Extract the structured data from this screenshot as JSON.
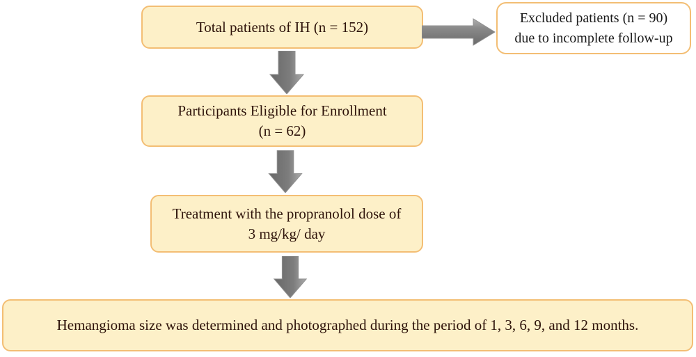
{
  "boxes": {
    "total": {
      "lines": [
        "Total patients of IH (n = 152)"
      ]
    },
    "excluded": {
      "lines": [
        "Excluded patients (n = 90)",
        "due to incomplete follow-up"
      ]
    },
    "eligible": {
      "lines": [
        "Participants Eligible for Enrollment",
        "(n = 62)"
      ]
    },
    "treatment": {
      "lines": [
        "Treatment with the propranolol dose of",
        "3 mg/kg/ day"
      ]
    },
    "outcome": {
      "lines": [
        "Hemangioma size was determined and photographed during the period of 1, 3, 6, 9, and 12 months."
      ]
    }
  },
  "icons": {
    "down_arrow": "block-arrow-down",
    "right_arrow": "block-arrow-right"
  },
  "colors": {
    "background": "#FFFFFF",
    "box_fill": "#FDF0C8",
    "box_border": "#F3BE74",
    "box_text": "#2E130A",
    "excluded_fill": "#FFFFFF",
    "excluded_text": "#1A1A1A",
    "arrow_gray_dark": "#6C6C6C",
    "arrow_gray_mid": "#848484",
    "arrow_gray_light": "#ABABAB"
  }
}
